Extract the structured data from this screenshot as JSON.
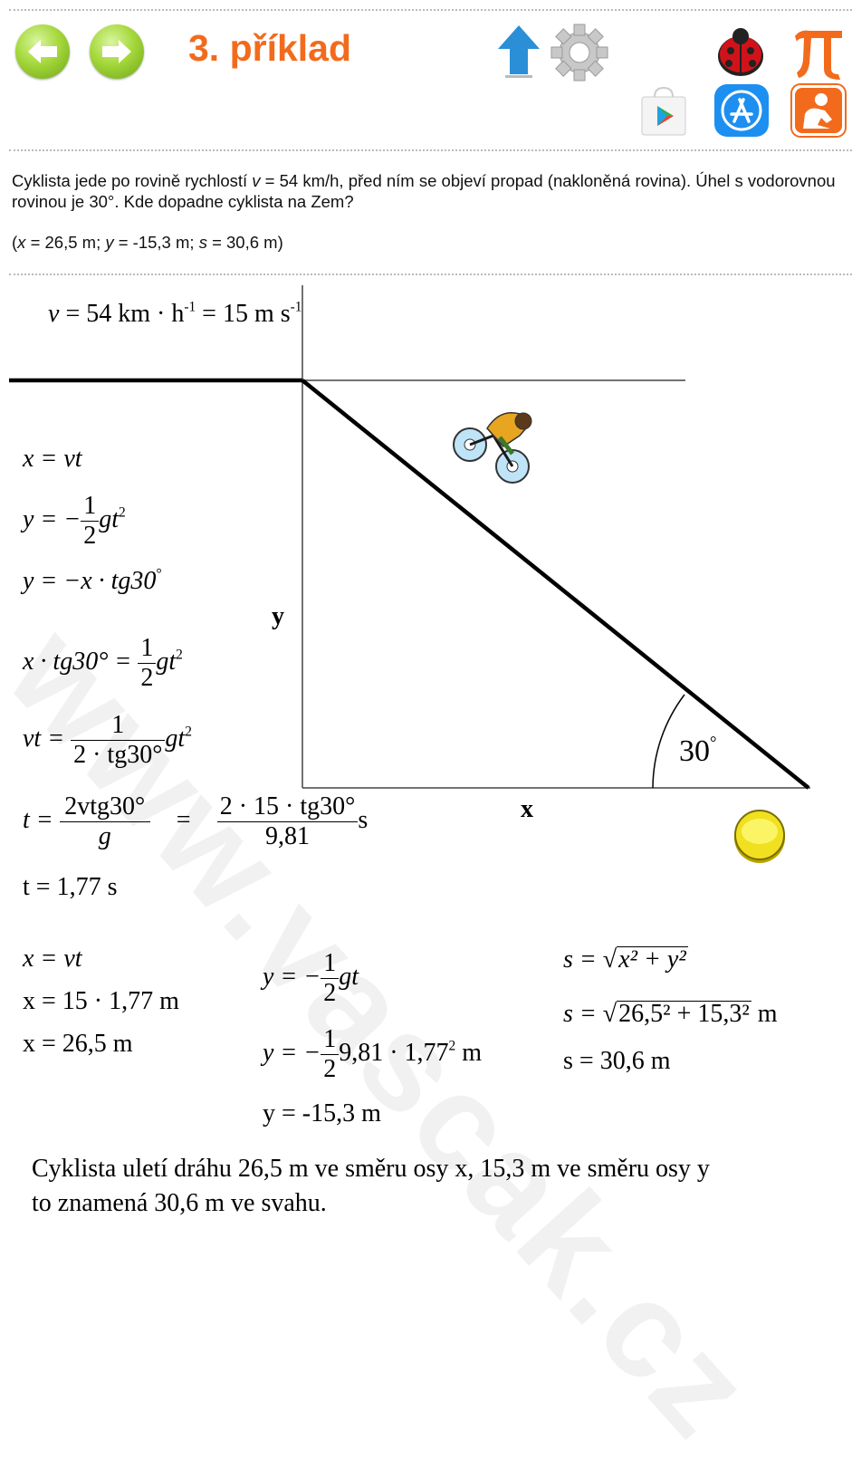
{
  "header": {
    "title": "3. příklad",
    "back_icon": "arrow-left-icon",
    "forward_icon": "arrow-right-icon",
    "icons": [
      "arrow-up-icon",
      "gear-icon",
      "ladybug-icon",
      "pi-icon",
      "google-play-icon",
      "app-store-icon",
      "reading-person-icon"
    ]
  },
  "problem": {
    "p1": "Cyklista jede po rovině rychlostí",
    "v_sym": "v",
    "p2": "= 54 km/h, před ním se objeví propad (nakloněná rovina). Úhel s vodorovnou rovinou je 30°. Kde dopadne cyklista na Zem?",
    "result_open": "(",
    "result_x": "x",
    "result_x_val": "= 26,5 m;",
    "result_y": "y",
    "result_y_val": "= -15,3 m;",
    "result_s": "s",
    "result_s_val": "= 30,6 m)"
  },
  "diagram": {
    "speed_eq": "v = 54 km·h",
    "speed_exp": "-1",
    "speed_eq2": " = 15 m",
    "speed_sep": "s",
    "speed_exp2": "-1",
    "label_y": "y",
    "label_x": "x",
    "angle": "30",
    "angle_unit": "°"
  },
  "equations": {
    "e1": "x = vt",
    "e2_lhs": "y = −",
    "e2_num": "1",
    "e2_den": "2",
    "e2_rhs": "gt",
    "e2_exp": "2",
    "e3": "y = −x · tg30",
    "e3_deg": "°",
    "e4_lhs": "x · tg30° =",
    "e4_num": "1",
    "e4_den": "2",
    "e4_rhs": "gt",
    "e4_exp": "2",
    "e5_lhs": "vt =",
    "e5_num": "1",
    "e5_den": "2 · tg30°",
    "e5_rhs": "gt",
    "e5_exp": "2",
    "e6_lhs": "t =",
    "e6_num": "2vtg30°",
    "e6_den": "g",
    "e6_eq": "=",
    "e6_num2": "2 · 15 · tg30°",
    "e6_den2": "9,81",
    "e6_unit": "s",
    "e7": "t = 1,77 s",
    "x1": "x = vt",
    "x2": "x = 15 · 1,77 m",
    "x3": "x = 26,5 m",
    "y1_lhs": "y = −",
    "y1_num": "1",
    "y1_den": "2",
    "y1_rhs": "gt",
    "y2_lhs": "y = −",
    "y2_num": "1",
    "y2_den": "2",
    "y2_rhs": "9,81 · 1,77",
    "y2_exp": "2",
    "y2_unit": "m",
    "y3": "y = -15,3 m",
    "s1_lhs": "s =",
    "s1_rad": "x² + y²",
    "s2_lhs": "s =",
    "s2_rad": "26,5² + 15,3²",
    "s2_unit": "m",
    "s3": "s = 30,6 m"
  },
  "conclusion": {
    "line1": "Cyklista uletí dráhu 26,5 m ve směru osy x, 15,3 m ve směru osy y",
    "line2": "to  znamená  30,6 m ve svahu."
  },
  "watermark": "www.vascak.cz",
  "colors": {
    "title": "#f26b1d",
    "nav_green": "#8cc63f",
    "upload_blue": "#2a8fd6",
    "answer_button": "#f0e020"
  }
}
